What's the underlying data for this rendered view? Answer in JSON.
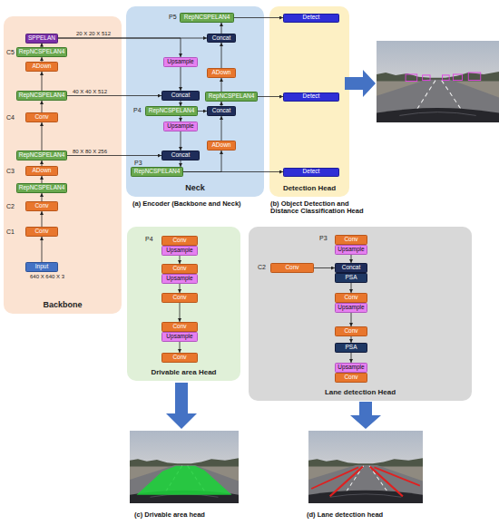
{
  "diagram": {
    "nodes": [
      {
        "text": [
          "Backbone"
        ]
      },
      {
        "text": [
          "SPPELAN"
        ],
        "in": 0
      },
      {
        "text": [
          "RepNCSPELAN4"
        ],
        "in": 0
      },
      {
        "text": [
          "ADown"
        ],
        "in": 0
      },
      {
        "text": [
          "RepNCSPELAN4"
        ],
        "in": 0
      },
      {
        "text": [
          "Conv"
        ],
        "in": 0
      },
      {
        "text": [
          "RepNCSPELAN4"
        ],
        "in": 0
      },
      {
        "text": [
          "ADown"
        ],
        "in": 0
      },
      {
        "text": [
          "RepNCSPELAN4"
        ],
        "in": 0
      },
      {
        "text": [
          "Conv"
        ],
        "in": 0
      },
      {
        "text": [
          "Conv"
        ],
        "in": 0
      },
      {
        "text": [
          "Input"
        ],
        "in": 0
      },
      {
        "text": [
          "Neck"
        ]
      },
      {
        "text": [
          "RepNCSPELAN4"
        ],
        "in": 12
      },
      {
        "text": [
          "Concat"
        ],
        "in": 12
      },
      {
        "text": [
          "Upsample"
        ],
        "in": 12
      },
      {
        "text": [
          "ADown"
        ],
        "in": 12
      },
      {
        "text": [
          "Concat"
        ],
        "in": 12
      },
      {
        "text": [
          "RepNCSPELAN4"
        ],
        "in": 12
      },
      {
        "text": [
          "RepNCSPELAN4"
        ],
        "in": 12
      },
      {
        "text": [
          "Concat"
        ],
        "in": 12
      },
      {
        "text": [
          "Upsample"
        ],
        "in": 12
      },
      {
        "text": [
          "ADown"
        ],
        "in": 12
      },
      {
        "text": [
          "Concat"
        ],
        "in": 12
      },
      {
        "text": [
          "RepNCSPELAN4"
        ],
        "in": 12
      },
      {
        "text": [
          "Detection Head"
        ]
      },
      {
        "text": [
          "Detect"
        ],
        "in": 25
      },
      {
        "text": [
          "Detect"
        ],
        "in": 25
      },
      {
        "text": [
          "Detect"
        ],
        "in": 25
      },
      {
        "text": [
          "Drivable area Head"
        ]
      },
      {
        "text": [
          "Conv"
        ],
        "in": 29
      },
      {
        "text": [
          "Upsample"
        ],
        "in": 29
      },
      {
        "text": [
          "Conv"
        ],
        "in": 29
      },
      {
        "text": [
          "Upsample"
        ],
        "in": 29
      },
      {
        "text": [
          "Conv"
        ],
        "in": 29
      },
      {
        "text": [
          "Conv"
        ],
        "in": 29
      },
      {
        "text": [
          "Upsample"
        ],
        "in": 29
      },
      {
        "text": [
          "Conv"
        ],
        "in": 29
      },
      {
        "text": [
          "Lane detection Head"
        ]
      },
      {
        "text": [
          "Conv"
        ],
        "in": 38
      },
      {
        "text": [
          "Upsample"
        ],
        "in": 38
      },
      {
        "text": [
          "Conv"
        ],
        "in": 38
      },
      {
        "text": [
          "Concat"
        ],
        "in": 38
      },
      {
        "text": [
          "PSA"
        ],
        "in": 38
      },
      {
        "text": [
          "Conv"
        ],
        "in": 38
      },
      {
        "text": [
          "Upsample"
        ],
        "in": 38
      },
      {
        "text": [
          "Conv"
        ],
        "in": 38
      },
      {
        "text": [
          "PSA"
        ],
        "in": 38
      },
      {
        "text": [
          "Upsample"
        ],
        "in": 38
      },
      {
        "text": [
          "Conv"
        ],
        "in": 38
      }
    ],
    "edges": [
      {
        "from": 11,
        "to": 10,
        "arrow": "to"
      },
      {
        "from": 10,
        "to": 9,
        "arrow": "to"
      },
      {
        "from": 9,
        "to": 8,
        "arrow": "to"
      },
      {
        "from": 8,
        "to": 7,
        "arrow": "to"
      },
      {
        "from": 7,
        "to": 6,
        "arrow": "to"
      },
      {
        "from": 6,
        "to": 5,
        "arrow": "to"
      },
      {
        "from": 5,
        "to": 4,
        "arrow": "to"
      },
      {
        "from": 4,
        "to": 3,
        "arrow": "to"
      },
      {
        "from": 3,
        "to": 2,
        "arrow": "to"
      },
      {
        "from": 2,
        "to": 1,
        "arrow": "to"
      },
      {
        "from": 1,
        "to": 14,
        "label": "20 X 20 X 512",
        "arrow": "to"
      },
      {
        "from": 1,
        "to": 15,
        "arrow": "to"
      },
      {
        "from": 4,
        "to": 17,
        "label": "40 X 40 X 512",
        "arrow": "to"
      },
      {
        "from": 6,
        "to": 23,
        "label": "80 X 80 X 256",
        "arrow": "to"
      },
      {
        "from": 15,
        "to": 17,
        "arrow": "to"
      },
      {
        "from": 17,
        "to": 19,
        "arrow": "to"
      },
      {
        "from": 19,
        "to": 21,
        "arrow": "to"
      },
      {
        "from": 21,
        "to": 23,
        "arrow": "to"
      },
      {
        "from": 23,
        "to": 24,
        "arrow": "to"
      },
      {
        "from": 24,
        "to": 22,
        "arrow": "to"
      },
      {
        "from": 24,
        "to": 28,
        "arrow": "to"
      },
      {
        "from": 22,
        "to": 20,
        "arrow": "to"
      },
      {
        "from": 19,
        "to": 20,
        "arrow": "to"
      },
      {
        "from": 20,
        "to": 18,
        "arrow": "to"
      },
      {
        "from": 18,
        "to": 27,
        "arrow": "to"
      },
      {
        "from": 18,
        "to": 16,
        "arrow": "to"
      },
      {
        "from": 16,
        "to": 14,
        "arrow": "to"
      },
      {
        "from": 14,
        "to": 13,
        "arrow": "to"
      },
      {
        "from": 13,
        "to": 26,
        "arrow": "to"
      },
      {
        "from": 31,
        "to": 32,
        "arrow": "to"
      },
      {
        "from": 33,
        "to": 34,
        "arrow": "to"
      },
      {
        "from": 34,
        "to": 35,
        "arrow": "to"
      },
      {
        "from": 36,
        "to": 37,
        "arrow": "to"
      },
      {
        "from": 40,
        "to": 42,
        "arrow": "to"
      },
      {
        "from": 41,
        "to": 42,
        "arrow": "to"
      },
      {
        "from": 43,
        "to": 44,
        "arrow": "to"
      },
      {
        "from": 45,
        "to": 46,
        "arrow": "to"
      },
      {
        "from": 46,
        "to": 47,
        "arrow": "to"
      },
      {
        "from": 47,
        "to": 48,
        "arrow": "to"
      }
    ],
    "labels": [
      "C5",
      "C4",
      "C3",
      "C2",
      "C1",
      "640 X 640 X 3",
      "P5",
      "P4",
      "P3",
      "(a) Encoder (Backbone and Neck)",
      "(b) Object Detection and Distance Classification Head",
      "P4",
      "P3",
      "C2",
      "(c) Drivable area head",
      "(d) Lane detection head"
    ]
  }
}
